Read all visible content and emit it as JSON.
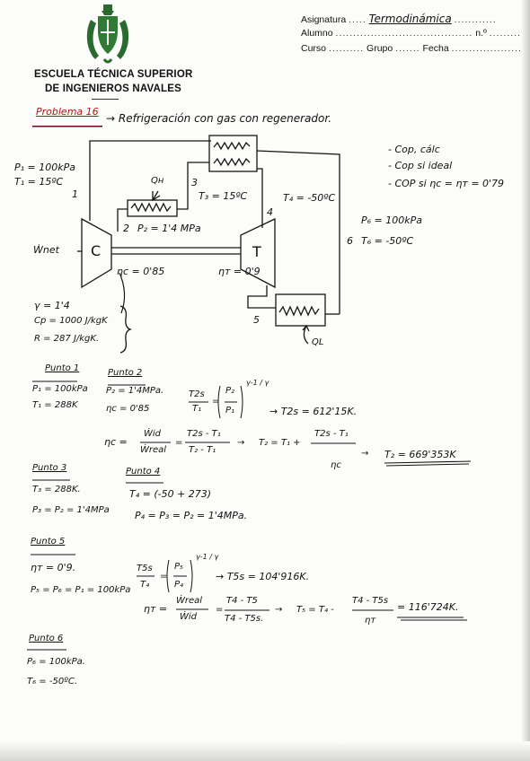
{
  "header": {
    "school_line1": "ESCUELA TÉCNICA SUPERIOR",
    "school_line2": "DE INGENIEROS NAVALES",
    "asignatura_label": "Asignatura",
    "asignatura_value": "Termodinámica",
    "alumno_label": "Alumno",
    "numero_label": "n.º",
    "curso_label": "Curso",
    "grupo_label": "Grupo",
    "fecha_label": "Fecha"
  },
  "problem": {
    "label": "Problema 16",
    "title": "→ Refrigeración con gas con regenerador."
  },
  "diagram": {
    "p1": "P₁ = 100kPa",
    "t1": "T₁ = 15ºC",
    "n1": "1",
    "qh": "Qн",
    "n3": "3",
    "t3": "T₃ = 15ºC",
    "n2": "2",
    "p2": "P₂ = 1'4 MPa",
    "t4": "T₄ = -50ºC",
    "n4": "4",
    "compressor": "C",
    "turbine": "T",
    "wnet": "Ẇnet",
    "etac": "ηc = 0'85",
    "etat": "ηт = 0'9",
    "p6": "P₆ = 100kPa",
    "t6": "T₆ = -50ºC",
    "n6": "6",
    "n5": "5",
    "ql": "QL"
  },
  "asks": [
    "- Cop, cálc",
    "- Cop si ideal",
    "- COP si ηc = ηт = 0'79"
  ],
  "props": {
    "gamma": "γ = 1'4",
    "cp": "Cp = 1000 J/kgK",
    "r": "R = 287 J/kgK."
  },
  "punto1": {
    "title": "Punto 1",
    "p": "P₁ = 100kPa",
    "t": "T₁ = 288K"
  },
  "punto2": {
    "title": "Punto 2",
    "p": "P₂ = 1'4MPa.",
    "eta": "ηc = 0'85",
    "eq1_lhs_num": "T2s",
    "eq1_lhs_den": "T₁",
    "eq1_eq": "=",
    "eq1_in_num": "P₂",
    "eq1_in_den": "P₁",
    "eq1_exp": "γ-1 / γ",
    "eq1_result": "→ T2s = 612'15K.",
    "eq2_eta": "ηc =",
    "eq2_f1_num": "Ẇid",
    "eq2_f1_den": "Ẇreal",
    "eq2_eq": "=",
    "eq2_f2_num": "T2s - T₁",
    "eq2_f2_den": "T₂ - T₁",
    "eq2_arrow": "→",
    "eq2_t2": "T₂ = T₁ +",
    "eq2_f3_num": "T2s - T₁",
    "eq2_f3_den": "ηc",
    "eq2_arrow2": "→",
    "eq2_result": "T₂ = 669'353K"
  },
  "punto3": {
    "title": "Punto 3",
    "t": "T₃ = 288K.",
    "p": "P₃ = P₂ = 1'4MPa"
  },
  "punto4": {
    "title": "Punto 4",
    "t": "T₄ = (-50 + 273)",
    "p": "P₄ = P₃ = P₂ = 1'4MPa."
  },
  "punto5": {
    "title": "Punto 5",
    "eta": "ηт = 0'9.",
    "p": "P₅ = P₆ = P₁ = 100kPa",
    "eq1_lhs_num": "T5s",
    "eq1_lhs_den": "T₄",
    "eq1_eq": "=",
    "eq1_in_num": "P₅",
    "eq1_in_den": "P₄",
    "eq1_exp": "γ-1 / γ",
    "eq1_result": "→ T5s = 104'916K.",
    "eq2_eta": "ηт =",
    "eq2_f1_num": "Ẇreal",
    "eq2_f1_den": "Ẇid",
    "eq2_eq": "=",
    "eq2_f2_num": "T4 - T5",
    "eq2_f2_den": "T4 - T5s.",
    "eq2_arrow": "→",
    "eq2_t5": "T₅ = T₄ -",
    "eq2_f3_num": "T4 - T5s",
    "eq2_f3_den": "ηт",
    "eq2_result": "= 116'724K."
  },
  "punto6": {
    "title": "Punto 6",
    "p": "P₆ = 100kPa.",
    "t": "T₆ = -50ºC."
  }
}
